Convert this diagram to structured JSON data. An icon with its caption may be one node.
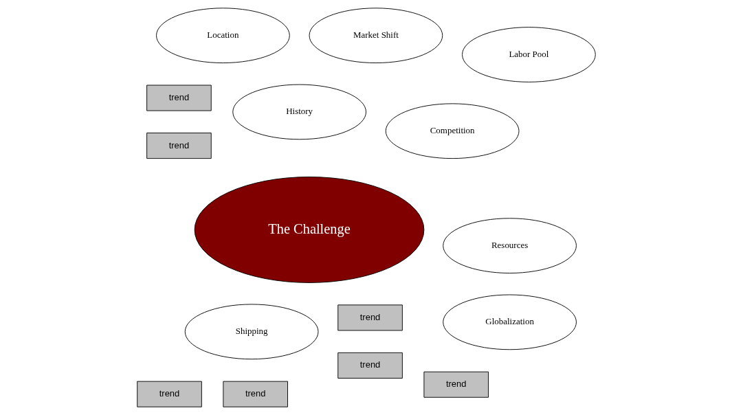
{
  "diagram": {
    "nodes": [
      {
        "text": [
          "trend"
        ]
      },
      {
        "text": [
          "trend"
        ]
      },
      {
        "text": [
          "Competition"
        ]
      },
      {
        "text": [
          "History"
        ]
      },
      {
        "text": [
          "Globalization"
        ]
      },
      {
        "text": [
          "trend"
        ]
      },
      {
        "text": [
          "Resources"
        ]
      },
      {
        "text": [
          "trend"
        ]
      },
      {
        "text": [
          "The Challenge"
        ]
      },
      {
        "text": [
          "trend"
        ]
      },
      {
        "text": [
          "Shipping"
        ]
      },
      {
        "text": [
          "Labor Pool"
        ]
      },
      {
        "text": [
          "Market Shift"
        ]
      },
      {
        "text": [
          "Location"
        ]
      },
      {
        "text": [
          "trend"
        ]
      },
      {
        "text": [
          "trend"
        ]
      }
    ]
  }
}
